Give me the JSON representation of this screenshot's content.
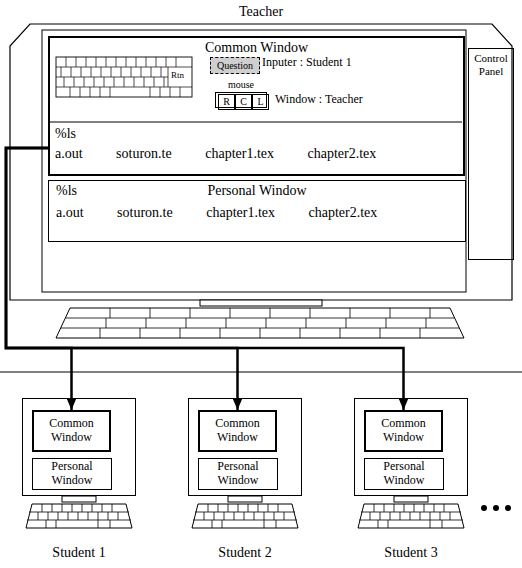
{
  "diagram": {
    "nodes": [
      {
        "text": [
          "Teacher"
        ]
      },
      {
        "text": [
          "Common Window"
        ],
        "in": 0
      },
      {
        "text": [
          "Question"
        ],
        "in": 1
      },
      {
        "text": [
          "mouse"
        ],
        "in": 1
      },
      {
        "text": [
          "R"
        ],
        "in": 3
      },
      {
        "text": [
          "C"
        ],
        "in": 3
      },
      {
        "text": [
          "L"
        ],
        "in": 3
      },
      {
        "text": [
          "Personal Window",
          "%ls",
          "a.out soturon.te chapter1.tex chapter2.tex"
        ],
        "in": 0
      },
      {
        "text": [
          "Control Panel"
        ],
        "in": 0
      },
      {
        "text": [
          "Student 1"
        ]
      },
      {
        "text": [
          "Common Window"
        ],
        "in": 9
      },
      {
        "text": [
          "Personal Window"
        ],
        "in": 9
      },
      {
        "text": [
          "Student 2"
        ]
      },
      {
        "text": [
          "Common Window"
        ],
        "in": 12
      },
      {
        "text": [
          "Personal Window"
        ],
        "in": 12
      },
      {
        "text": [
          "Student 3"
        ]
      },
      {
        "text": [
          "Common Window"
        ],
        "in": 15
      },
      {
        "text": [
          "Personal Window"
        ],
        "in": 15
      }
    ],
    "edges": [
      {
        "from": 1,
        "to": 10,
        "arrow": "to"
      },
      {
        "from": 1,
        "to": 13,
        "arrow": "to"
      },
      {
        "from": 1,
        "to": 16,
        "arrow": "to"
      }
    ],
    "labels": [
      "Rtn",
      "Inputer : Student 1",
      "Window : Teacher",
      "%ls",
      "a.out soturon.te chapter1.tex chapter2.tex"
    ]
  }
}
